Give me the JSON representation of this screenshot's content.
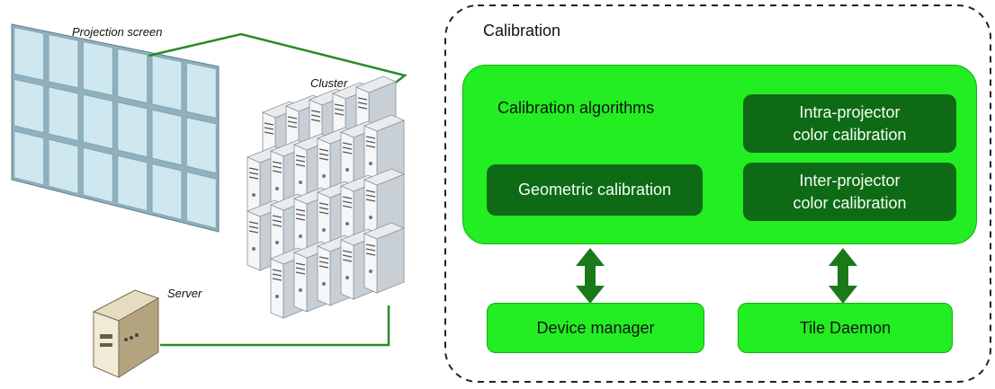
{
  "left": {
    "projection_screen_label": "Projection screen",
    "cluster_label": "Cluster",
    "server_label": "Server"
  },
  "calibration": {
    "title": "Calibration",
    "algorithms_label": "Calibration algorithms",
    "geometric": "Geometric calibration",
    "intra_line1": "Intra-projector",
    "intra_line2": "color calibration",
    "inter_line1": "Inter-projector",
    "inter_line2": "color calibration",
    "device_manager": "Device manager",
    "tile_daemon": "Tile Daemon"
  },
  "colors": {
    "bright_green": "#22ee22",
    "dark_green": "#0f6a16",
    "arrow_green": "#1a7a1a",
    "cable_green": "#2a8a2a",
    "screen_tile": "#cfe7ee"
  }
}
